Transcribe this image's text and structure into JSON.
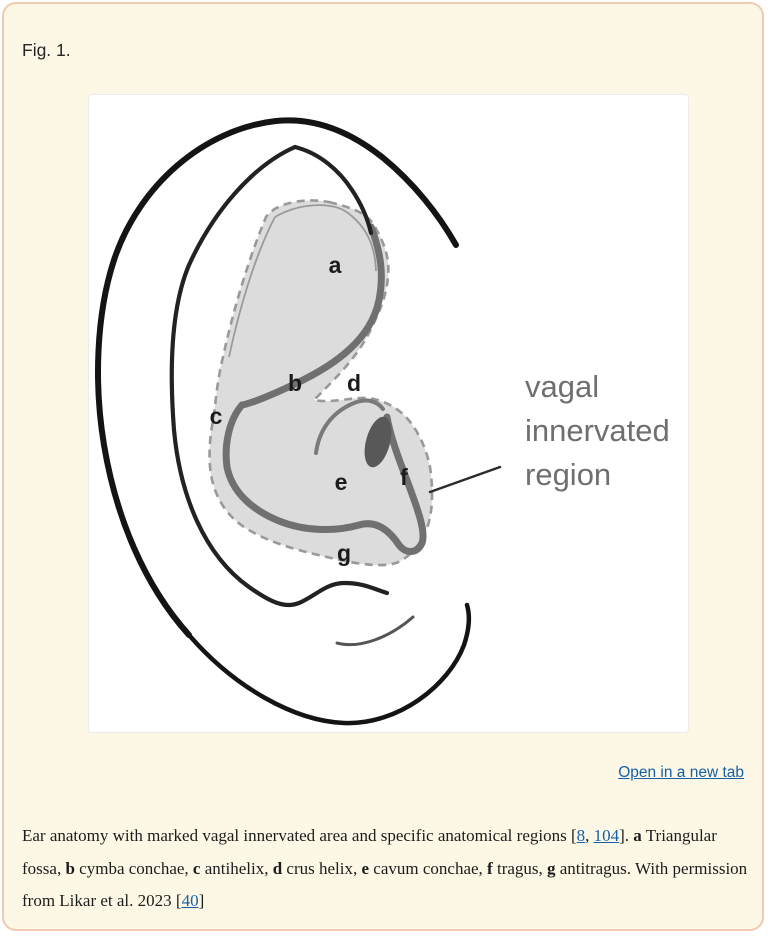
{
  "page": {
    "fig_label": "Fig. 1.",
    "open_in_new_tab": "Open in a new tab"
  },
  "figure": {
    "annotation": {
      "lines": [
        "vagal",
        "innervated",
        "region"
      ]
    },
    "labels": [
      {
        "char": "a"
      },
      {
        "char": "b"
      },
      {
        "char": "c"
      },
      {
        "char": "d"
      },
      {
        "char": "e"
      },
      {
        "char": "f"
      },
      {
        "char": "g"
      }
    ]
  },
  "caption": {
    "segments": [
      {
        "text": "Ear anatomy with marked vagal innervated area and specific anatomical regions [",
        "style": "plain"
      },
      {
        "text": "8",
        "style": "link"
      },
      {
        "text": ", ",
        "style": "plain"
      },
      {
        "text": "104",
        "style": "link"
      },
      {
        "text": "]. ",
        "style": "plain"
      },
      {
        "text": "a",
        "style": "bold"
      },
      {
        "text": " Triangular fossa, ",
        "style": "plain"
      },
      {
        "text": "b",
        "style": "bold"
      },
      {
        "text": " cymba conchae, ",
        "style": "plain"
      },
      {
        "text": "c",
        "style": "bold"
      },
      {
        "text": " antihelix, ",
        "style": "plain"
      },
      {
        "text": "d",
        "style": "bold"
      },
      {
        "text": " crus helix, ",
        "style": "plain"
      },
      {
        "text": "e",
        "style": "bold"
      },
      {
        "text": " cavum conchae, ",
        "style": "plain"
      },
      {
        "text": "f",
        "style": "bold"
      },
      {
        "text": " tragus, ",
        "style": "plain"
      },
      {
        "text": "g",
        "style": "bold"
      },
      {
        "text": " antitragus. With permission from Likar et al. 2023 [",
        "style": "plain"
      },
      {
        "text": "40",
        "style": "link"
      },
      {
        "text": "]",
        "style": "plain"
      }
    ]
  },
  "colors": {
    "card_background": "#fdf8e6",
    "card_border": "#f0cab2",
    "link_blue": "#1660a5",
    "vagal_region_fill": "#dcdcdc",
    "annotation_gray": "#6f6f6f"
  }
}
